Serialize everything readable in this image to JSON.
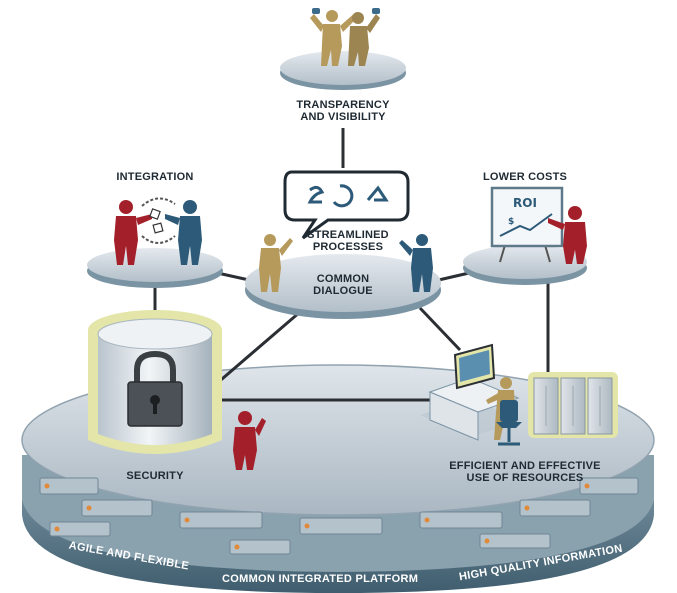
{
  "labels": {
    "transparency": "TRANSPARENCY\nAND VISIBILITY",
    "integration": "INTEGRATION",
    "lower_costs": "LOWER COSTS",
    "streamlined": "STREAMLINED\nPROCESSES",
    "common_dialogue": "COMMON\nDIALOGUE",
    "security": "SECURITY",
    "efficient": "EFFICIENT AND EFFECTIVE\nUSE OF RESOURCES",
    "roi": "ROI"
  },
  "platform": {
    "left": "AGILE AND FLEXIBLE",
    "center": "COMMON INTEGRATED PLATFORM",
    "right": "HIGH QUALITY INFORMATION"
  },
  "colors": {
    "platform_top": "#c9d2da",
    "platform_side": "#5e7a8a",
    "accent_red": "#a3202a",
    "accent_blue": "#2c5a78",
    "accent_tan": "#b59a5c",
    "highlight": "#e3e6a8"
  }
}
